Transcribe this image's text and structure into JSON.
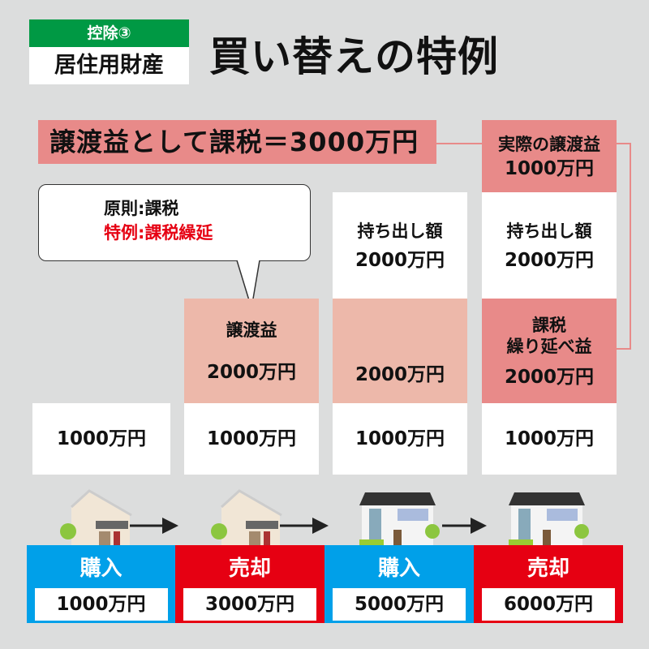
{
  "header": {
    "badge": "控除③",
    "category": "居住用財産",
    "title": "買い替えの特例"
  },
  "summary": "譲渡益として課税＝3000万円",
  "actual_gain": {
    "label": "実際の譲渡益",
    "value": "1000万円"
  },
  "bubble": {
    "line1_label": "原則",
    "line1_value": "課税",
    "line2_label": "特例",
    "line2_value": "課税繰延",
    "sep": ":"
  },
  "columns": [
    {
      "base": "1000万円"
    },
    {
      "gain_label": "譲渡益",
      "gain_value": "2000万円",
      "base": "1000万円"
    },
    {
      "carry_label": "持ち出し額",
      "carry_value": "2000万円",
      "gain_value": "2000万円",
      "base": "1000万円"
    },
    {
      "carry_label": "持ち出し額",
      "carry_value": "2000万円",
      "deferred_label1": "課税",
      "deferred_label2": "繰り延べ益",
      "deferred_value": "2000万円",
      "base": "1000万円"
    }
  ],
  "steps": [
    {
      "label": "購入",
      "value": "1000万円",
      "color": "#00a0e9"
    },
    {
      "label": "売却",
      "value": "3000万円",
      "color": "#e60012"
    },
    {
      "label": "購入",
      "value": "5000万円",
      "color": "#00a0e9"
    },
    {
      "label": "売却",
      "value": "6000万円",
      "color": "#e60012"
    }
  ]
}
